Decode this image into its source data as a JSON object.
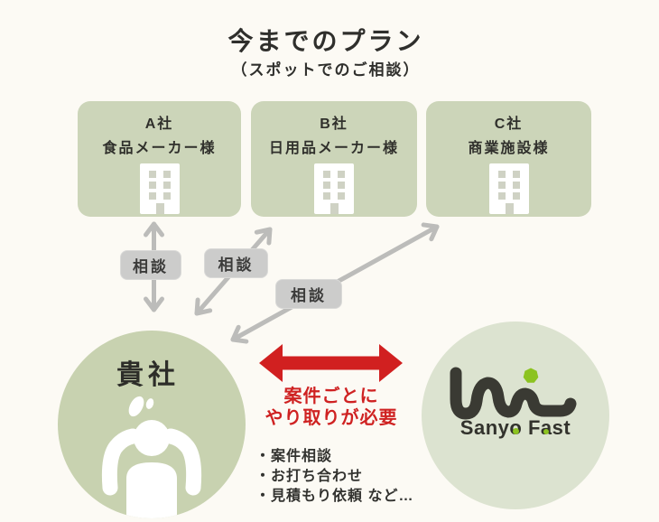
{
  "header": {
    "title": "今までのプラン",
    "subtitle": "（スポットでのご相談）"
  },
  "companies": [
    {
      "name": "A社",
      "type": "食品メーカー様"
    },
    {
      "name": "B社",
      "type": "日用品メーカー様"
    },
    {
      "name": "C社",
      "type": "商業施設様"
    }
  ],
  "consult_labels": [
    "相談",
    "相談",
    "相談"
  ],
  "client": {
    "label": "貴社"
  },
  "exchange": {
    "caption_line1": "案件ごとに",
    "caption_line2": "やり取りが必要"
  },
  "tasks": [
    "・案件相談",
    "・お打ち合わせ",
    "・見積もり依頼 など…"
  ],
  "provider": {
    "brand": "Sanyo Fast",
    "brand_parts": {
      "p1": "Sany",
      "o": "o",
      "p2": " F",
      "a": "a",
      "p3": "st"
    }
  },
  "icons": {
    "building": "office-building-icon",
    "person": "person-holding-head-icon",
    "brand_mark": "uni-squiggle-logo",
    "brand_dot": "green-heptagon-dot"
  },
  "colors": {
    "background": "#fcfaf4",
    "company_box_green": "#ccd5b9",
    "client_circle_green": "#c8d2b0",
    "provider_circle_green": "#dce3d0",
    "arrow_gray": "#bcbcba",
    "consult_label_gray": "#cccccb",
    "accent_red": "#d12020",
    "text_dark": "#333331",
    "logo_dark": "#3a3a33",
    "logo_green": "#8cc320"
  }
}
